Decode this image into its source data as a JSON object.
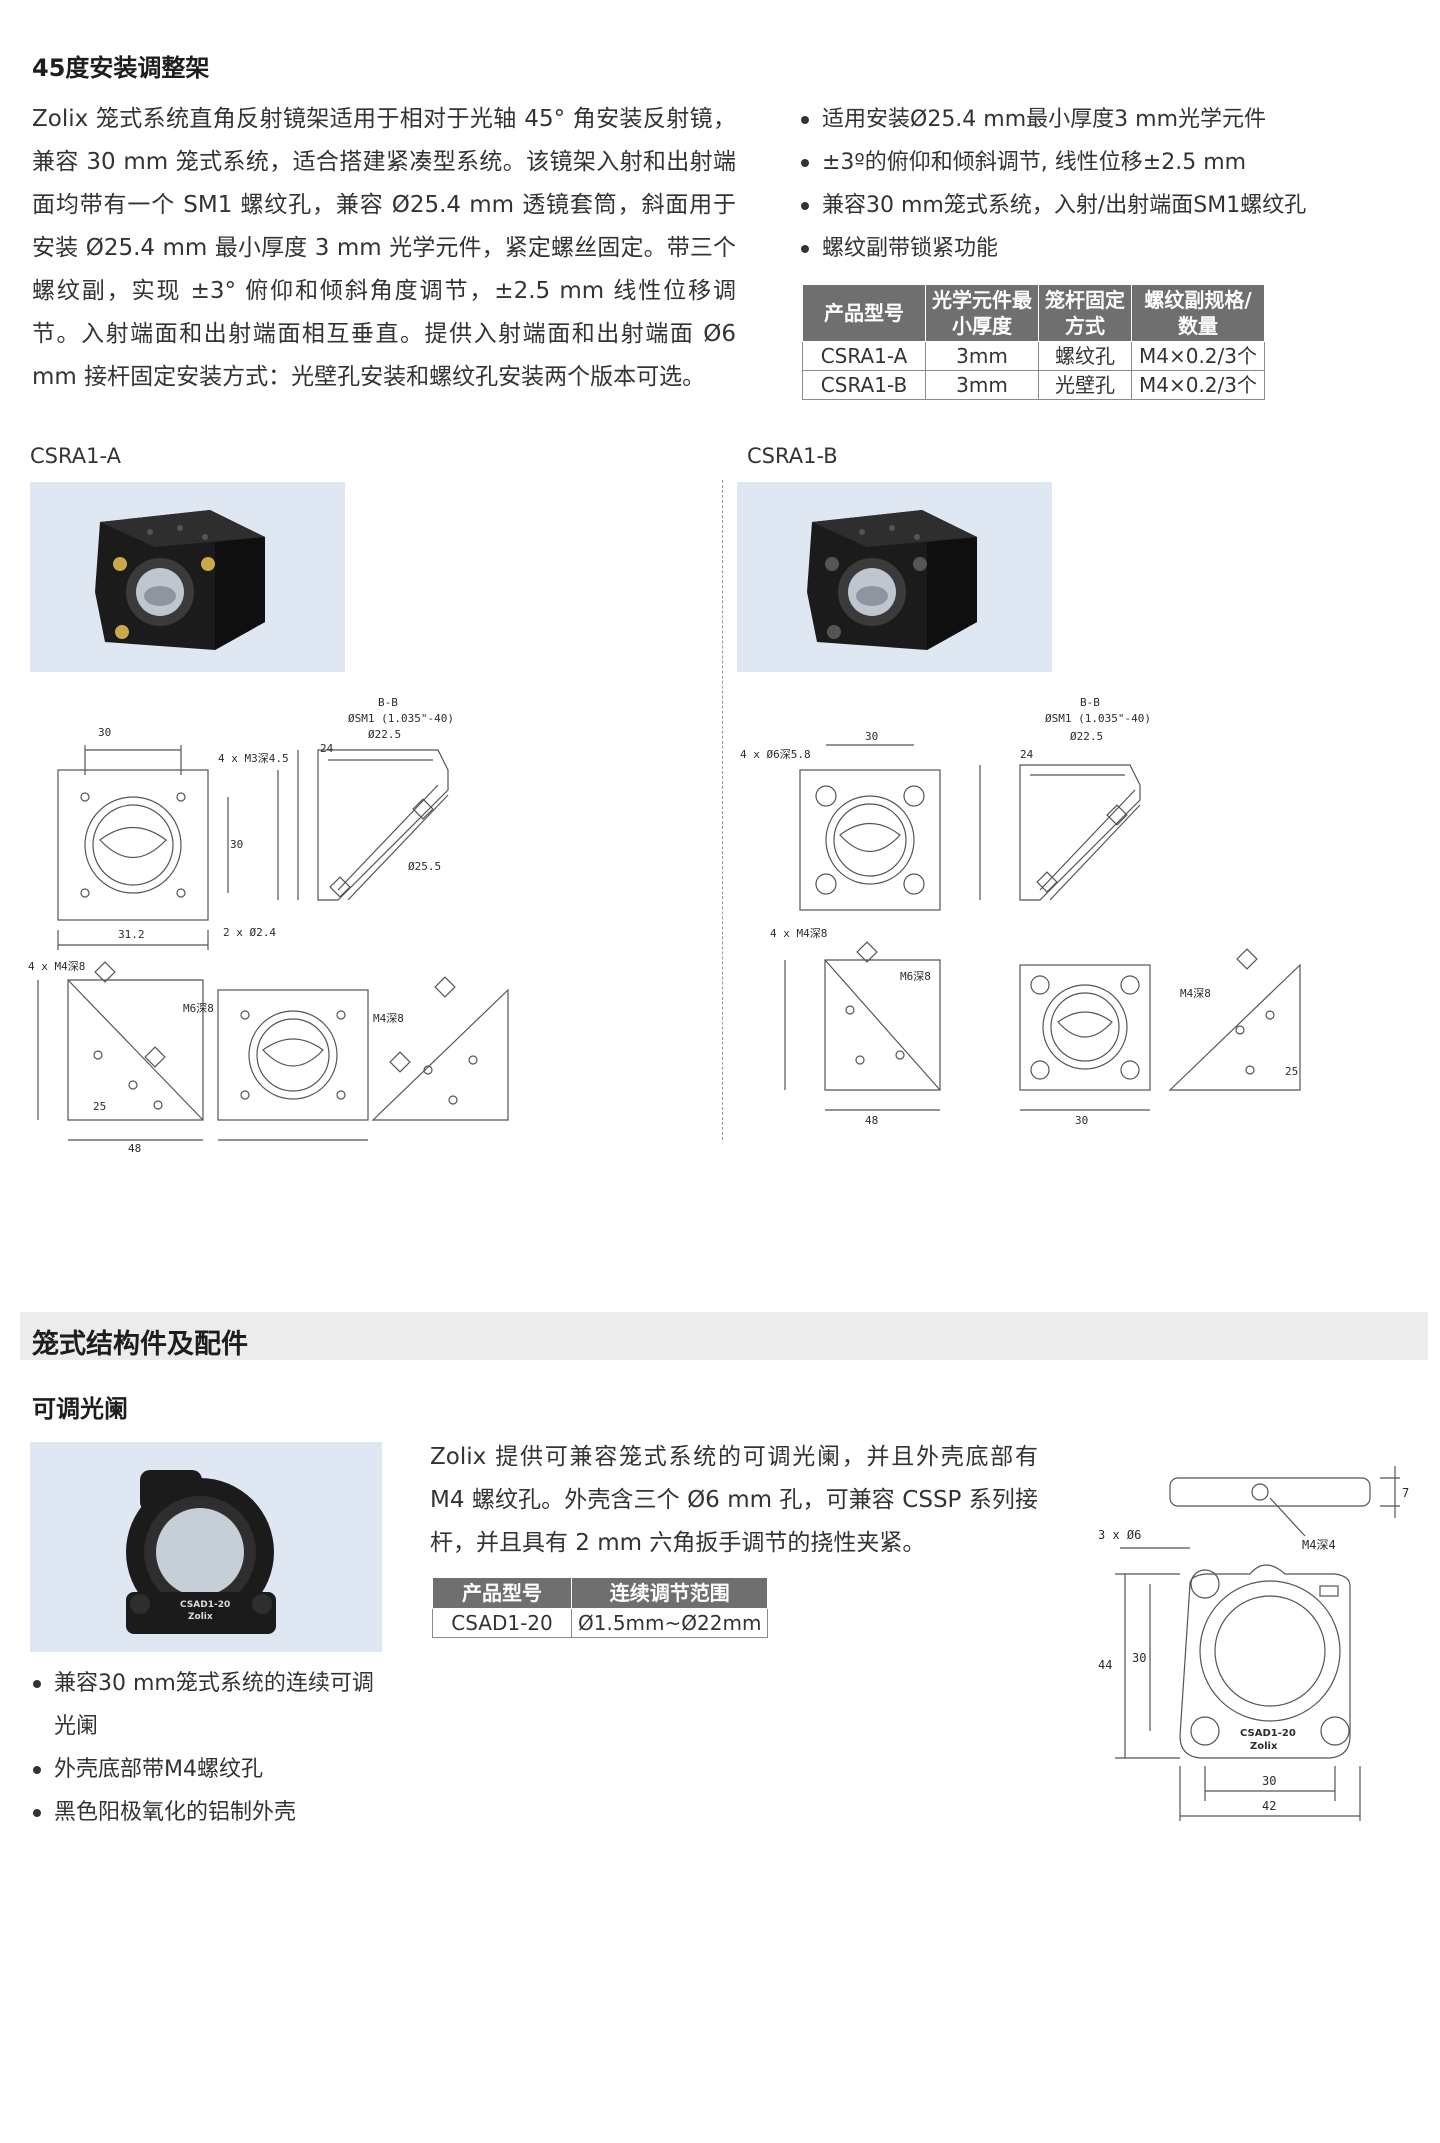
{
  "section1": {
    "title": "45度安装调整架",
    "paragraph": "Zolix 笼式系统直角反射镜架适用于相对于光轴 45° 角安装反射镜，兼容 30 mm 笼式系统，适合搭建紧凑型系统。该镜架入射和出射端面均带有一个 SM1 螺纹孔，兼容 Ø25.4 mm 透镜套筒，斜面用于安装 Ø25.4 mm 最小厚度 3 mm 光学元件，紧定螺丝固定。带三个螺纹副，实现 ±3° 俯仰和倾斜角度调节，±2.5 mm 线性位移调节。入射端面和出射端面相互垂直。提供入射端面和出射端面 Ø6 mm 接杆固定安装方式：光壁孔安装和螺纹孔安装两个版本可选。",
    "bullets": [
      "适用安装Ø25.4 mm最小厚度3 mm光学元件",
      "±3º的俯仰和倾斜调节, 线性位移±2.5 mm",
      "兼容30 mm笼式系统，入射/出射端面SM1螺纹孔",
      "螺纹副带锁紧功能"
    ],
    "table": {
      "headers": [
        "产品型号",
        "光学元件最小厚度",
        "笼杆固定方式",
        "螺纹副规格/数量"
      ],
      "rows": [
        [
          "CSRA1-A",
          "3mm",
          "螺纹孔",
          "M4×0.2/3个"
        ],
        [
          "CSRA1-B",
          "3mm",
          "光壁孔",
          "M4×0.2/3个"
        ]
      ]
    },
    "model_a": "CSRA1-A",
    "model_b": "CSRA1-B",
    "drawings_a": {
      "top_30": "30",
      "m3": "4 x M3深4.5",
      "side_30": "30",
      "bottom_312": "31.2",
      "hole_24": "2 x Ø2.4",
      "bb": "B-B",
      "sm1": "ØSM1 (1.035\"-40)",
      "d225": "Ø22.5",
      "d24": "24",
      "d255": "Ø25.5",
      "m4": "4 x M4深8",
      "m6": "M6深8",
      "d48": "48",
      "d25": "25",
      "m4b": "M4深8"
    },
    "drawings_b": {
      "d6": "4 x Ø6深5.8",
      "top_30": "30",
      "bb": "B-B",
      "sm1": "ØSM1 (1.035\"-40)",
      "d225": "Ø22.5",
      "d24": "24",
      "m4": "4 x M4深8",
      "m6": "M6深8",
      "d48": "48",
      "d30": "30",
      "m4b": "M4深8",
      "d25": "25"
    }
  },
  "section2": {
    "banner": "笼式结构件及配件",
    "subtitle": "可调光阑",
    "paragraph": "Zolix 提供可兼容笼式系统的可调光阑，并且外壳底部有 M4 螺纹孔。外壳含三个 Ø6 mm 孔，可兼容 CSSP 系列接杆，并且具有 2 mm 六角扳手调节的挠性夹紧。",
    "table": {
      "headers": [
        "产品型号",
        "连续调节范围"
      ],
      "rows": [
        [
          "CSAD1-20",
          "Ø1.5mm~Ø22mm"
        ]
      ]
    },
    "bullets": [
      "兼容30 mm笼式系统的连续可调光阑",
      "外壳底部带M4螺纹孔",
      "黑色阳极氧化的铝制外壳"
    ],
    "photo_label_top": "CSAD1-20",
    "photo_label_brand": "Zolix",
    "drawing": {
      "holes": "3 x Ø6",
      "m4": "M4深4",
      "d7": "7",
      "d44": "44",
      "d30v": "30",
      "d30h": "30",
      "d42": "42",
      "label_model": "CSAD1-20",
      "label_brand": "Zolix"
    }
  },
  "colors": {
    "table_header": "#6f6f6f",
    "banner": "#ececec",
    "photo_bg": "#dfe7f2",
    "mount_black": "#1b1b1b"
  }
}
